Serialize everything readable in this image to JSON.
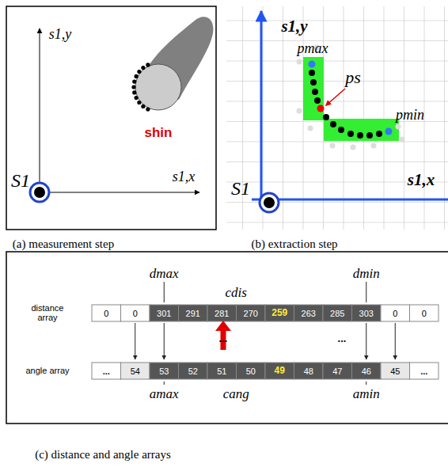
{
  "diagram": {
    "labels": [
      "s1,y",
      "s1,x",
      "S1",
      "shin",
      "(a) measurement step",
      "s1,y",
      "pmax",
      "ps",
      "pmin",
      "S1",
      "s1,x",
      "(b) extraction step",
      "dmax",
      "cdis",
      "dmin",
      "distance array",
      "0",
      "0",
      "301",
      "291",
      "281",
      "270",
      "259",
      "263",
      "285",
      "303",
      "0",
      "0",
      "...",
      "...",
      "angle array",
      "...",
      "54",
      "53",
      "52",
      "51",
      "50",
      "49",
      "48",
      "47",
      "46",
      "45",
      "...",
      "amax",
      "cang",
      "amin",
      "(c) distance and angle arrays"
    ]
  }
}
